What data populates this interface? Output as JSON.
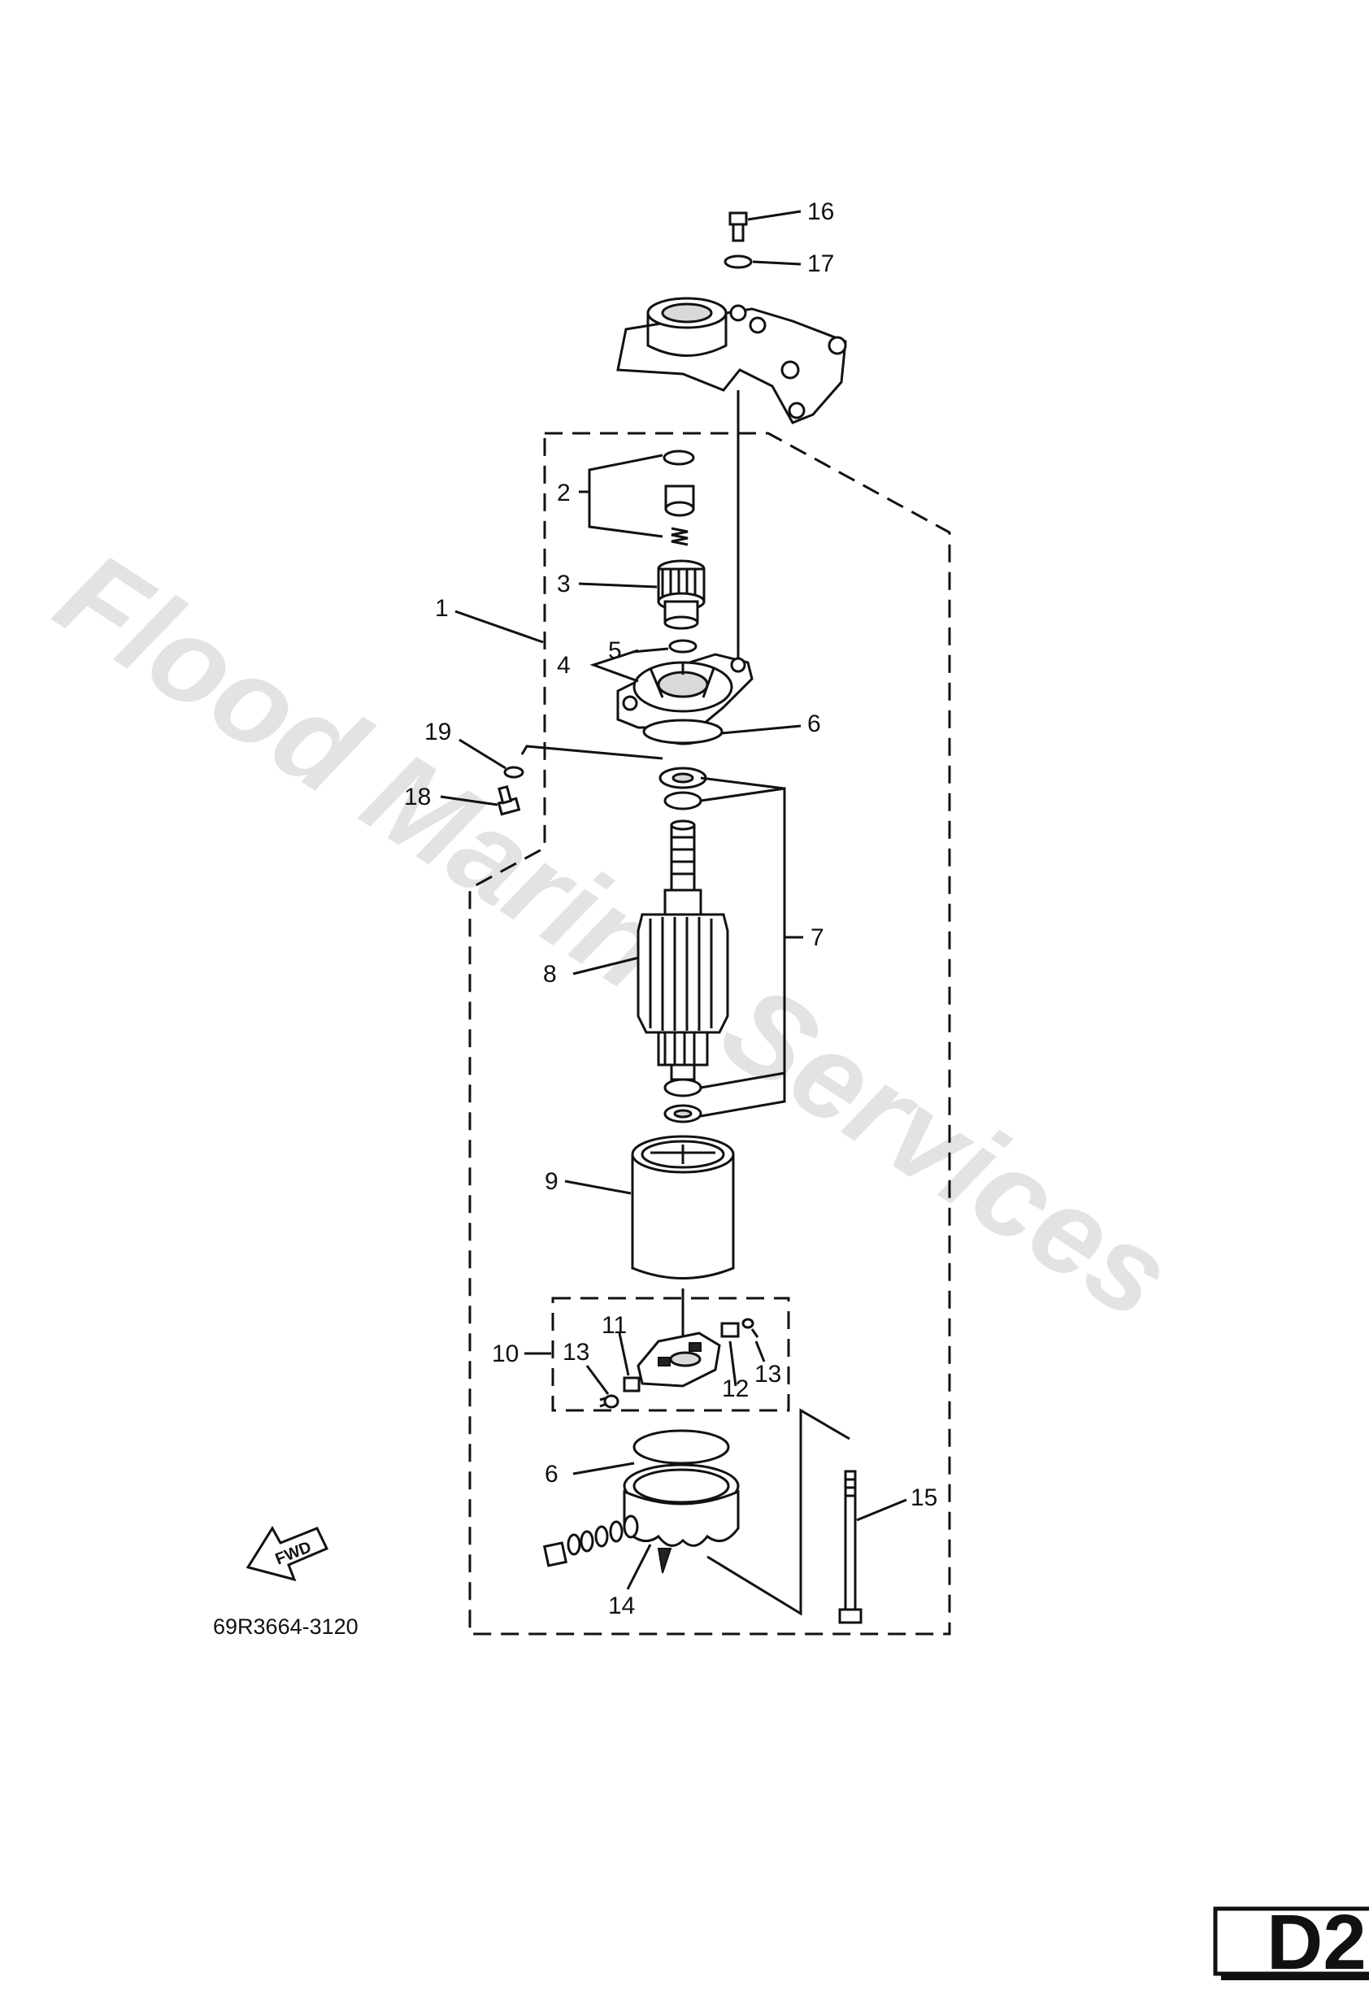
{
  "watermark": "Flood Marine Services",
  "diagram_code": "69R3664-3120",
  "page_badge": "D2",
  "direction_label": "FWD",
  "callouts": {
    "c1": "1",
    "c2": "2",
    "c3": "3",
    "c4": "4",
    "c5": "5",
    "c6a": "6",
    "c6b": "6",
    "c7": "7",
    "c8": "8",
    "c9": "9",
    "c10": "10",
    "c11": "11",
    "c12": "12",
    "c13a": "13",
    "c13b": "13",
    "c14": "14",
    "c15": "15",
    "c16": "16",
    "c17": "17",
    "c18": "18",
    "c19": "19"
  }
}
